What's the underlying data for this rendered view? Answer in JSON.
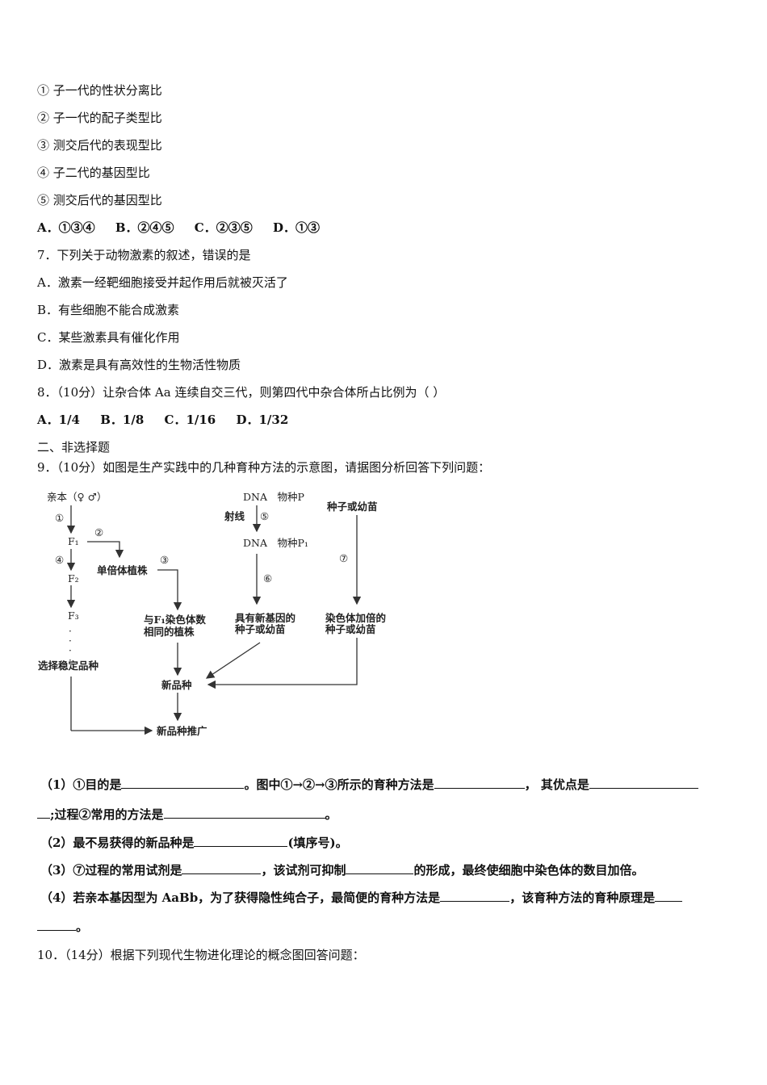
{
  "q6_items": [
    "① 子一代的性状分离比",
    "② 子一代的配子类型比",
    "③ 测交后代的表现型比",
    "④ 子二代的基因型比",
    "⑤ 测交后代的基因型比"
  ],
  "q6_options": [
    "A．①③④",
    "B．②④⑤",
    "C．②③⑤",
    "D．①③"
  ],
  "q7": {
    "stem": "7．下列关于动物激素的叙述，错误的是",
    "options": [
      "A．激素一经靶细胞接受并起作用后就被灭活了",
      "B．有些细胞不能合成激素",
      "C．某些激素具有催化作用",
      "D．激素是具有高效性的生物活性物质"
    ]
  },
  "q8": {
    "stem": "8．（10分）让杂合体 Aa 连续自交三代，则第四代中杂合体所占比例为（ ）",
    "options": [
      "A．1/4",
      "B．1/8",
      "C．1/16",
      "D．1/32"
    ]
  },
  "section2": "二、非选择题",
  "q9": {
    "stem": "9．（10分）如图是生产实践中的几种育种方法的示意图，请据图分析回答下列问题：",
    "diagram": {
      "parent": "亲本（♀ ♂）",
      "step1": "①",
      "step2": "②",
      "step3": "③",
      "step4": "④",
      "step5": "⑤",
      "step6": "⑥",
      "step7": "⑦",
      "f1": "F₁",
      "f2": "F₂",
      "f3": "F₃",
      "dots": "⋮",
      "select_stable": "选择稳定品种",
      "haploid": "单倍体植株",
      "same_chrom_1": "与F₁染色体数",
      "same_chrom_2": "相同的植株",
      "dna_p": "DNA　物种P",
      "ray": "射线",
      "dna_p1": "DNA　物种P₁",
      "new_gene_1": "具有新基因的",
      "new_gene_2": "种子或幼苗",
      "seed": "种子或幼苗",
      "doubled_1": "染色体加倍的",
      "doubled_2": "种子或幼苗",
      "new_variety": "新品种",
      "promote": "新品种推广"
    },
    "sub1_a": "（1）①目的是",
    "sub1_b": "。图中①→②→③所示的育种方法是",
    "sub1_c": "，  其优点是",
    "sub1_d": ";过程②常用的方法是",
    "sub1_e": "。",
    "sub2_a": "（2）最不易获得的新品种是",
    "sub2_b": "(填序号)。",
    "sub3_a": "（3）⑦过程的常用试剂是",
    "sub3_b": "，该试剂可抑制",
    "sub3_c": "的形成，最终使细胞中染色体的数目加倍。",
    "sub4_a": "（4）若亲本基因型为 AaBb，为了获得隐性纯合子，最简便的育种方法是",
    "sub4_b": "，该育种方法的育种原理是",
    "sub4_c": "。"
  },
  "q10": {
    "stem": "10．（14分）根据下列现代生物进化理论的概念图回答问题："
  }
}
